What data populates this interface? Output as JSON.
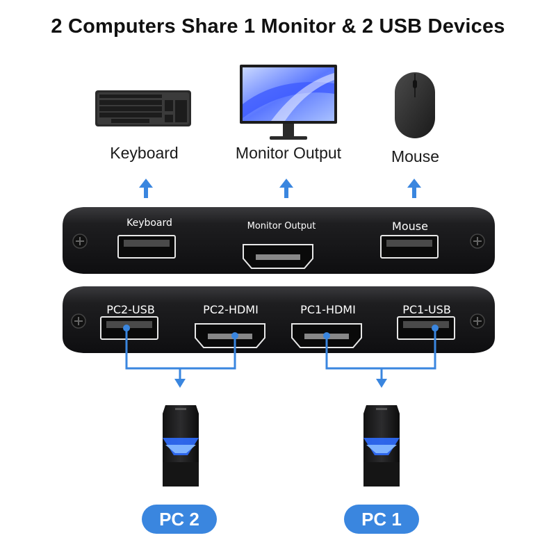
{
  "title": "2 Computers Share 1 Monitor & 2 USB Devices",
  "devices": {
    "keyboard": "Keyboard",
    "monitor": "Monitor Output",
    "mouse": "Mouse"
  },
  "output_panel": {
    "keyboard": "Keyboard",
    "monitor": "Monitor Output",
    "mouse": "Mouse"
  },
  "input_panel": {
    "pc2_usb": "PC2-USB",
    "pc2_hdmi": "PC2-HDMI",
    "pc1_hdmi": "PC1-HDMI",
    "pc1_usb": "PC1-USB"
  },
  "computers": {
    "pc2": "PC 2",
    "pc1": "PC 1"
  },
  "colors": {
    "accent": "#3a86df",
    "panel": "#1c1c1e"
  }
}
